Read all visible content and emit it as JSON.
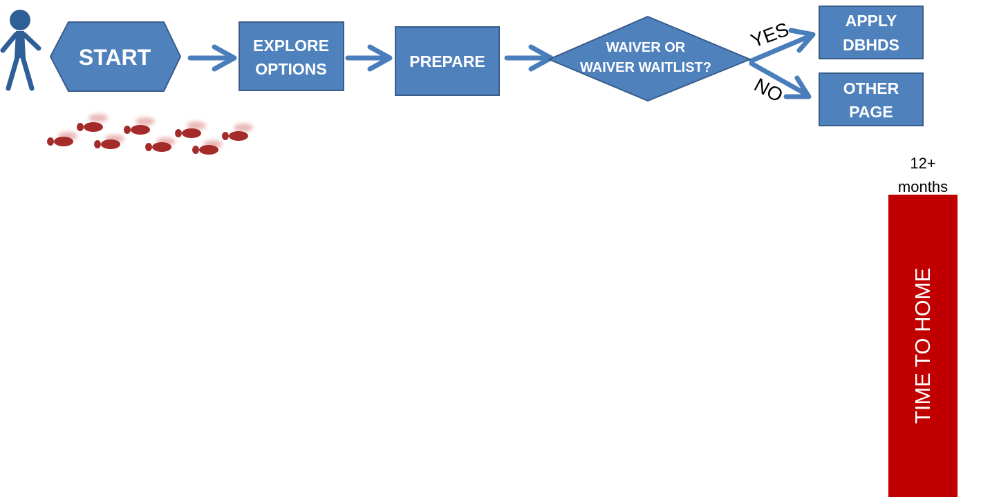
{
  "colors": {
    "node_fill": "#4f81bd",
    "node_stroke": "#385d8a",
    "arrow": "#4a7ebb",
    "figure": "#2f5f97",
    "footprint": "#a52a2a",
    "time_bar": "#c00000"
  },
  "nodes": {
    "start": "START",
    "explore_line1": "EXPLORE",
    "explore_line2": "OPTIONS",
    "prepare": "PREPARE",
    "decision_line1": "WAIVER OR",
    "decision_line2": "WAIVER WAITLIST?",
    "apply_line1": "APPLY",
    "apply_line2": "DBHDS",
    "other_line1": "OTHER",
    "other_line2": "PAGE"
  },
  "branches": {
    "yes": "YES",
    "no": "NO"
  },
  "timeline": {
    "duration_line1": "12+",
    "duration_line2": "months",
    "bar_label": "TIME TO HOME"
  },
  "icons": {
    "person": "person-icon",
    "footprints": "footprints-icon"
  }
}
